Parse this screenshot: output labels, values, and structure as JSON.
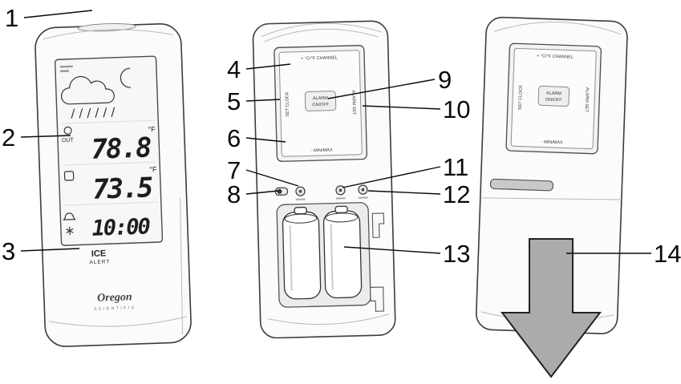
{
  "callouts": [
    "1",
    "2",
    "3",
    "4",
    "5",
    "6",
    "7",
    "8",
    "9",
    "10",
    "11",
    "12",
    "13",
    "14"
  ],
  "front_unit": {
    "lcd": {
      "out_label": "OUT",
      "out_temp": "78.8",
      "out_unit": "°F",
      "in_temp": "73.5",
      "in_unit": "°F",
      "time": "10:00"
    },
    "ice_alert_line1": "ICE",
    "ice_alert_line2": "ALERT",
    "brand": "Oregon",
    "brand_sub": "SCIENTIFIC"
  },
  "back_panel": {
    "top_label": "+ °C/°F CHANNEL",
    "left_label": "SET CLOCK",
    "right_label": "ALARM SET",
    "center_line1": "ALARM",
    "center_line2": "ON/OFF",
    "bottom_label": "- MIN/MAX"
  }
}
